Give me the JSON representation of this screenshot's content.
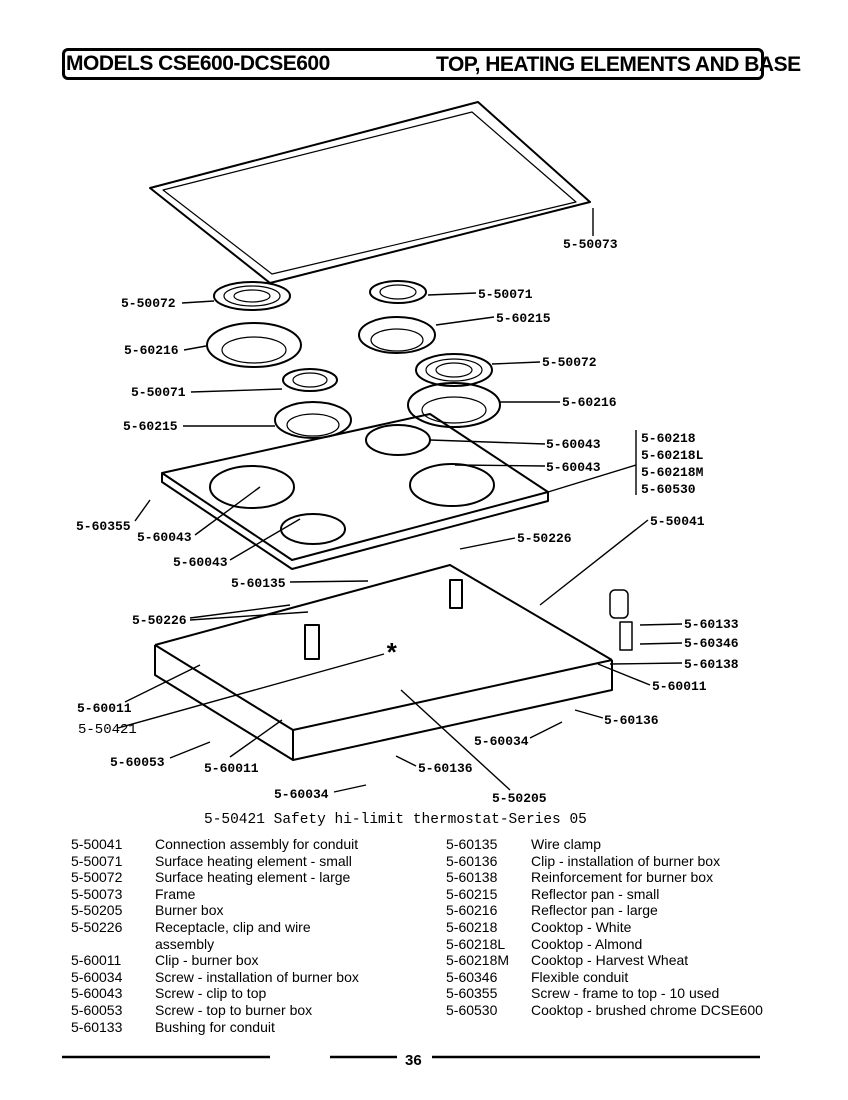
{
  "header": {
    "models": "MODELS CSE600-DCSE600",
    "section": "TOP, HEATING ELEMENTS AND BASE"
  },
  "callouts": {
    "c50073": "5-50073",
    "c50072a": "5-50072",
    "c50071a": "5-50071",
    "c60215a": "5-60215",
    "c50072b": "5-50072",
    "c60216a": "5-60216",
    "c50071b": "5-50071",
    "c60216b": "5-60216",
    "c60215b": "5-60215",
    "c60043a": "5-60043",
    "c60043b": "5-60043",
    "c60218": "5-60218",
    "c60218l": "5-60218L",
    "c60218m": "5-60218M",
    "c60530": "5-60530",
    "c60355": "5-60355",
    "c60043c": "5-60043",
    "c50041": "5-50041",
    "c60043d": "5-60043",
    "c50226a": "5-50226",
    "c60135": "5-60135",
    "c50226b": "5-50226",
    "c60133": "5-60133",
    "c60346": "5-60346",
    "c60138": "5-60138",
    "c60011a": "5-60011",
    "c60011b": "5-60011",
    "c50421": "5-50421",
    "c60136a": "5-60136",
    "c60034a": "5-60034",
    "c60053": "5-60053",
    "c60011c": "5-60011",
    "c60136b": "5-60136",
    "c60034b": "5-60034",
    "c50205": "5-50205",
    "asterisk": "*"
  },
  "caption": "5-50421  Safety hi-limit thermostat-Series 05",
  "parts_left": [
    {
      "num": "5-50041",
      "desc": "Connection assembly for conduit"
    },
    {
      "num": "5-50071",
      "desc": "Surface heating element - small"
    },
    {
      "num": "5-50072",
      "desc": "Surface heating element - large"
    },
    {
      "num": "5-50073",
      "desc": "Frame"
    },
    {
      "num": "5-50205",
      "desc": "Burner box"
    },
    {
      "num": "5-50226",
      "desc": "Receptacle, clip and wire"
    },
    {
      "num": "",
      "desc": "assembly"
    },
    {
      "num": "5-60011",
      "desc": "Clip - burner box"
    },
    {
      "num": "5-60034",
      "desc": "Screw - installation of burner box"
    },
    {
      "num": "5-60043",
      "desc": "Screw - clip to top"
    },
    {
      "num": "5-60053",
      "desc": "Screw - top to burner box"
    },
    {
      "num": "5-60133",
      "desc": "Bushing for conduit"
    }
  ],
  "parts_right": [
    {
      "num": "5-60135",
      "desc": "Wire clamp"
    },
    {
      "num": "5-60136",
      "desc": "Clip - installation of burner box"
    },
    {
      "num": "5-60138",
      "desc": "Reinforcement for burner box"
    },
    {
      "num": "5-60215",
      "desc": "Reflector pan - small"
    },
    {
      "num": "5-60216",
      "desc": "Reflector pan - large"
    },
    {
      "num": "5-60218",
      "desc": "Cooktop - White"
    },
    {
      "num": "5-60218L",
      "desc": "Cooktop - Almond"
    },
    {
      "num": "5-60218M",
      "desc": "Cooktop - Harvest Wheat"
    },
    {
      "num": "5-60346",
      "desc": "Flexible conduit"
    },
    {
      "num": "5-60355",
      "desc": "Screw - frame to top - 10 used"
    },
    {
      "num": "5-60530",
      "desc": "Cooktop - brushed chrome  DCSE600"
    }
  ],
  "footer": {
    "page": "36"
  }
}
